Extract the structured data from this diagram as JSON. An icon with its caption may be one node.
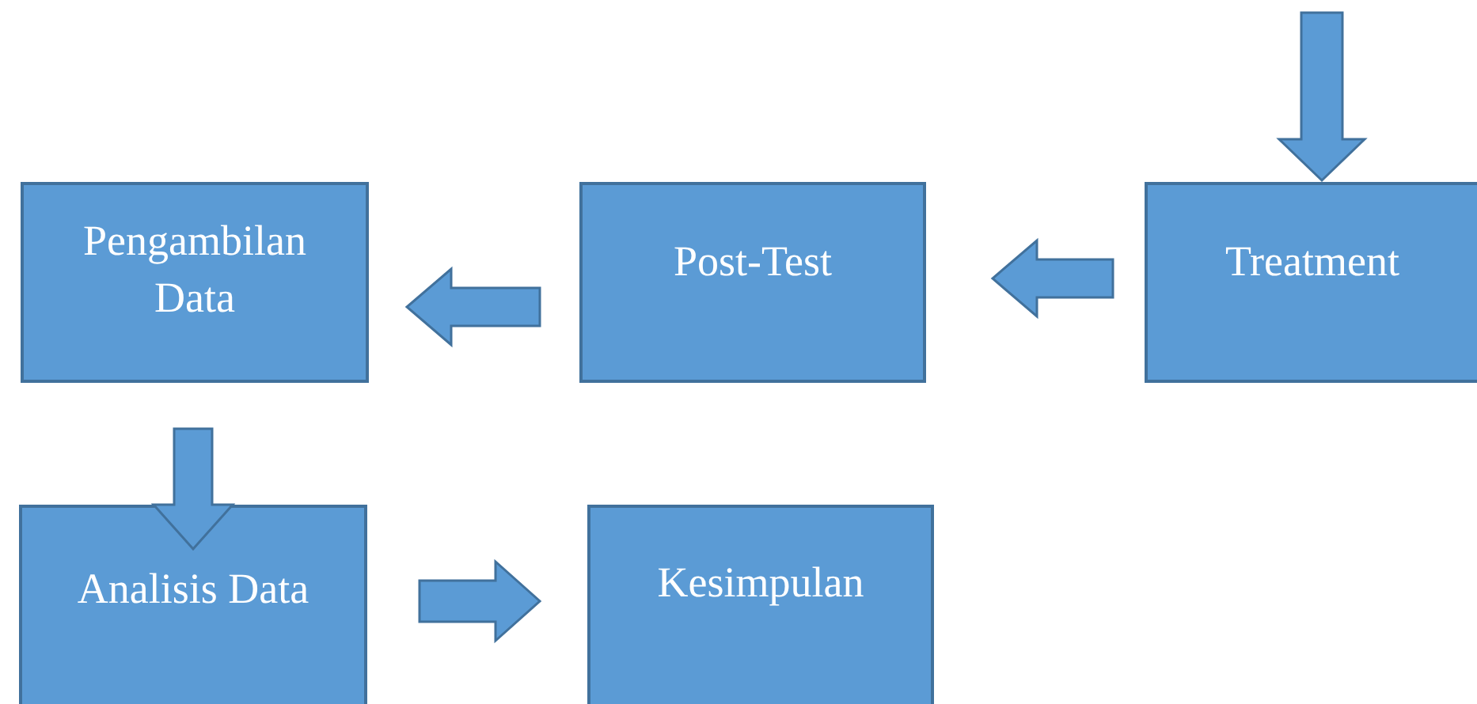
{
  "diagram": {
    "nodes": [
      {
        "text": [
          "Pengambilan Data"
        ]
      },
      {
        "text": [
          "Post-Test"
        ]
      },
      {
        "text": [
          "Treatment"
        ]
      },
      {
        "text": [
          "Analisis Data"
        ]
      },
      {
        "text": [
          "Kesimpulan"
        ]
      }
    ],
    "edges": [
      {
        "from": null,
        "to": 2,
        "arrow": "to"
      },
      {
        "from": 2,
        "to": 1,
        "arrow": "to"
      },
      {
        "from": 1,
        "to": 0,
        "arrow": "to"
      },
      {
        "from": 0,
        "to": 3,
        "arrow": "to"
      },
      {
        "from": 3,
        "to": 4,
        "arrow": "to"
      }
    ]
  }
}
